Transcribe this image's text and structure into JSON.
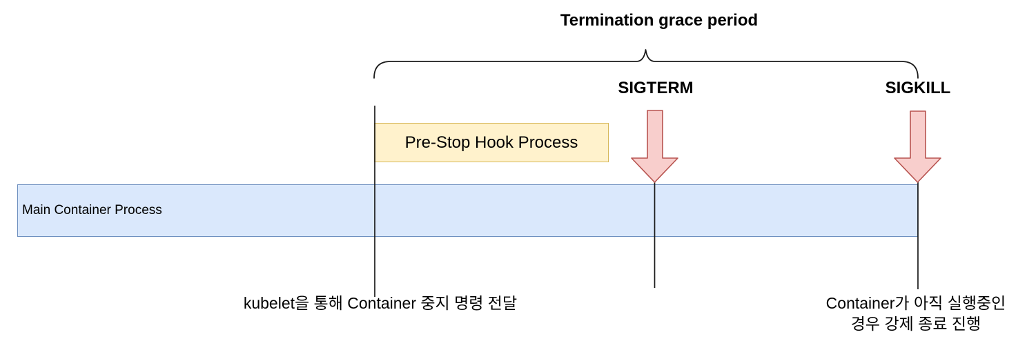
{
  "diagram": {
    "title": "Termination grace period",
    "signals": [
      {
        "label": "SIGTERM"
      },
      {
        "label": "SIGKILL"
      }
    ],
    "prestop": {
      "label": "Pre-Stop Hook Process"
    },
    "main_bar": {
      "label": "Main Container Process"
    },
    "annotations": {
      "kubelet": "kubelet을 통해 Container 중지 명령 전달",
      "sigkill_line1": "Container가 아직 실행중인",
      "sigkill_line2": "경우 강제 종료 진행"
    }
  },
  "colors": {
    "arrow-fill": "#f8cecc",
    "arrow-stroke": "#b85450",
    "prestop-fill": "#fff2cc",
    "prestop-stroke": "#d6b656",
    "bar-fill": "#dae8fc",
    "bar-stroke": "#6c8ebf",
    "line": "#1a1a1a",
    "text": "#000000"
  }
}
